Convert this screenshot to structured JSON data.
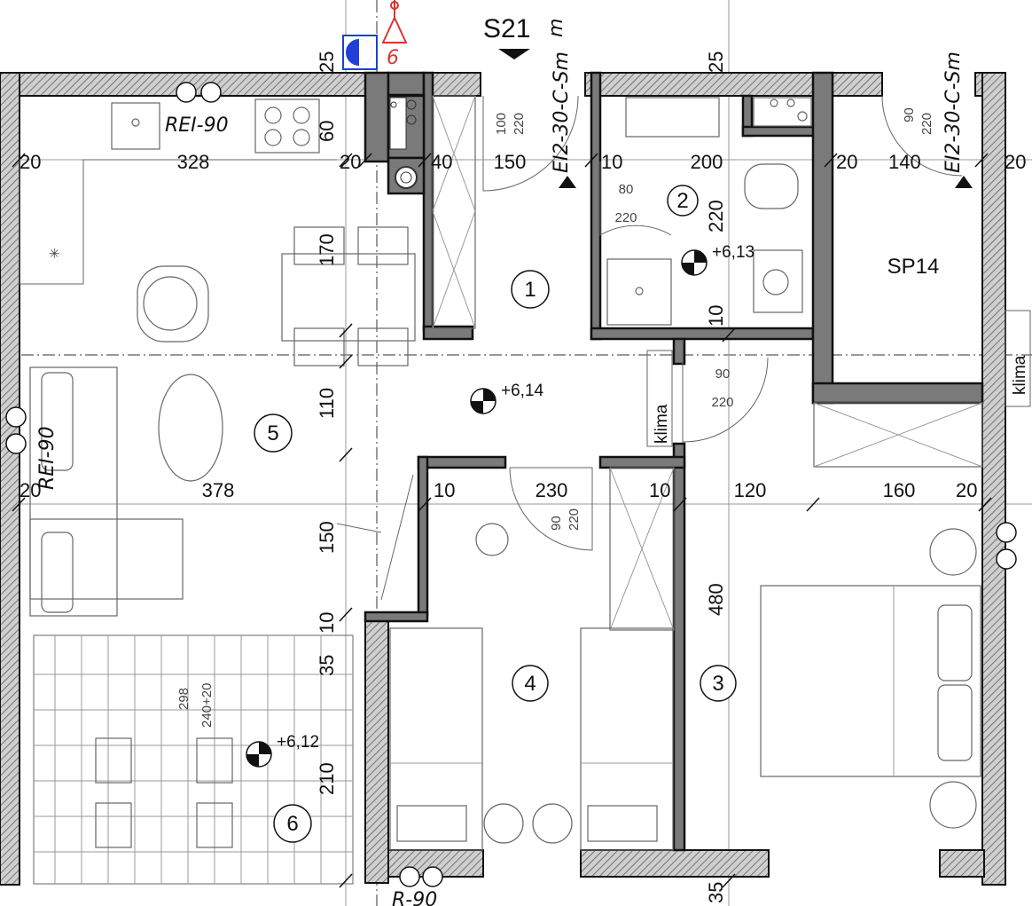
{
  "section": {
    "label": "S21",
    "suffix": "m"
  },
  "fire_ratings": {
    "main": "REI-90",
    "bottom": "R-90"
  },
  "smoke_labels": [
    "EI2-30-C-Sm",
    "EI2-30-C-Sm"
  ],
  "hydrant_number": "6",
  "storage_label": "SP14",
  "klima_labels": [
    "klima",
    "klima"
  ],
  "levels": [
    "+6,14",
    "+6,13",
    "+6,12"
  ],
  "rooms": [
    "1",
    "2",
    "3",
    "4",
    "5",
    "6"
  ],
  "dims_row1": [
    "20",
    "328",
    "20",
    "40",
    "150",
    "10",
    "200",
    "20",
    "140",
    "20"
  ],
  "dims_row2": [
    "20",
    "378",
    "10",
    "230",
    "10",
    "120",
    "160",
    "20"
  ],
  "dims_vertical": [
    "25",
    "60",
    "170",
    "110",
    "150",
    "10",
    "35",
    "210",
    "25",
    "220",
    "10",
    "480",
    "35"
  ],
  "door_labels": [
    {
      "w": "100",
      "h": "220"
    },
    {
      "w": "80",
      "h": "220"
    },
    {
      "w": "90",
      "h": "220"
    },
    {
      "w": "90",
      "h": "220"
    },
    {
      "w": "90",
      "h": "220"
    }
  ],
  "window_labels": {
    "w": "298",
    "h": "240+20"
  }
}
